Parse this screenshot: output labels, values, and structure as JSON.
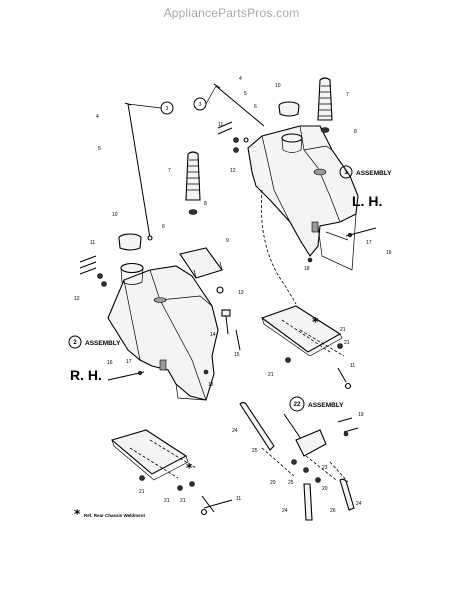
{
  "watermark": "AppliancePartsPros.com",
  "side_labels": {
    "left_hand": "L. H.",
    "right_hand": "R. H."
  },
  "assemblies": [
    {
      "number": "1",
      "label": "ASSEMBLY"
    },
    {
      "number": "2",
      "label": "ASSEMBLY"
    },
    {
      "number": "22",
      "label": "ASSEMBLY"
    }
  ],
  "circled_callouts": [
    "3",
    "3"
  ],
  "callouts": [
    "4",
    "5",
    "6",
    "7",
    "8",
    "9",
    "10",
    "11",
    "12",
    "13",
    "14",
    "15",
    "16",
    "17",
    "18",
    "19",
    "20",
    "21",
    "23",
    "24",
    "25",
    "26"
  ],
  "reference_note": {
    "symbol": "*",
    "text": "Ref. Rear Chassis Weldment"
  }
}
